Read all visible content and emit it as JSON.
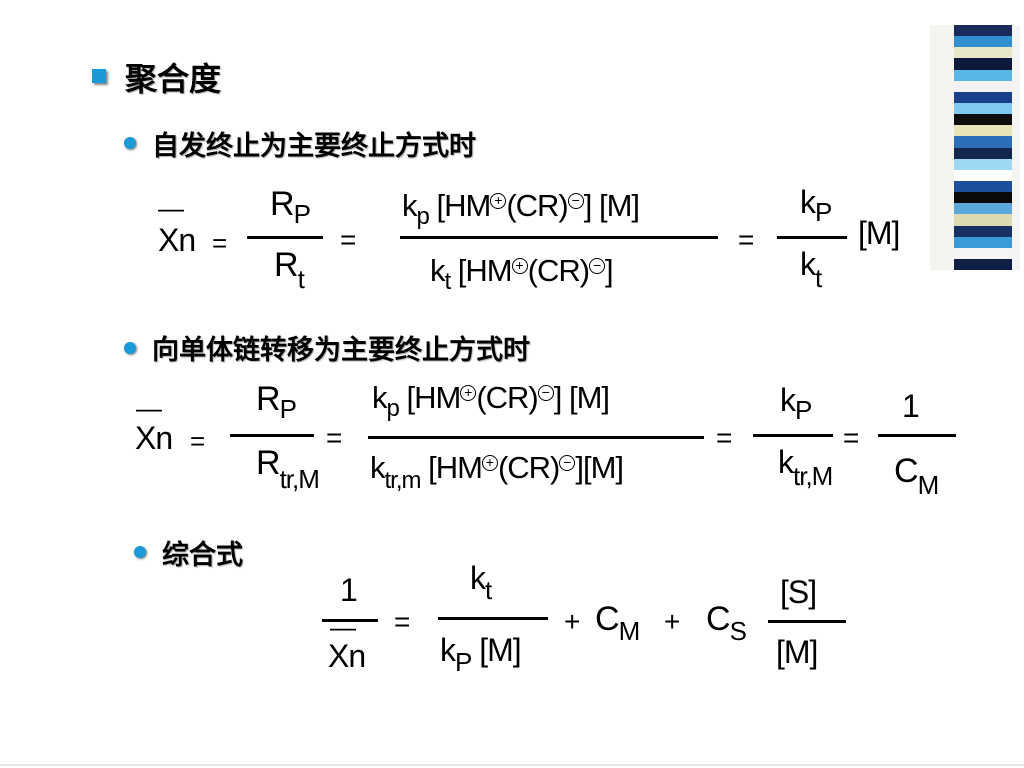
{
  "heading": {
    "title": "聚合度"
  },
  "sections": [
    {
      "label": "自发终止为主要终止方式时"
    },
    {
      "label": "向单体链转移为主要终止方式时"
    },
    {
      "label": "综合式"
    }
  ],
  "eq1": {
    "xbar": "—",
    "xn": "Xn",
    "eq": "=",
    "f1_num_main": "R",
    "f1_num_sub": "P",
    "f1_den_main": "R",
    "f1_den_sub": "t",
    "eq2": "=",
    "f2_num_k": "k",
    "f2_num_ksub": "p",
    "f2_num_a": "[HM",
    "f2_num_plus": "+",
    "f2_num_b": "(CR)",
    "f2_num_minus": "−",
    "f2_num_c": "] [M]",
    "f2_den_k": "k",
    "f2_den_ksub": "t",
    "f2_den_a": "[HM",
    "f2_den_plus": "+",
    "f2_den_b": "(CR)",
    "f2_den_minus": "−",
    "f2_den_c": "]",
    "eq3": "=",
    "f3_num_k": "k",
    "f3_num_sub": "P",
    "f3_den_k": "k",
    "f3_den_sub": "t",
    "tail": "[M]"
  },
  "eq2": {
    "xbar": "—",
    "xn": "Xn",
    "eq": "=",
    "f1_num_main": "R",
    "f1_num_sub": "P",
    "f1_den_main": "R",
    "f1_den_sub": "tr,M",
    "eq2": "=",
    "f2_num_k": "k",
    "f2_num_ksub": "p",
    "f2_num_a": "[HM",
    "f2_num_plus": "+",
    "f2_num_b": "(CR)",
    "f2_num_minus": "−",
    "f2_num_c": "] [M]",
    "f2_den_k": "k",
    "f2_den_ksub": "tr,m",
    "f2_den_a": "[HM",
    "f2_den_plus": "+",
    "f2_den_b": "(CR)",
    "f2_den_minus": "−",
    "f2_den_c": "][M]",
    "eq3": "=",
    "f3_num_k": "k",
    "f3_num_sub": "P",
    "f3_den_k": "k",
    "f3_den_sub": "tr,M",
    "eq4": "=",
    "f4_num": "1",
    "f4_den_main": "C",
    "f4_den_sub": "M"
  },
  "eq3": {
    "f0_num": "1",
    "f0_den_bar": "—",
    "f0_den": "Xn",
    "eq": "=",
    "f1_num_k": "k",
    "f1_num_sub": "t",
    "f1_den_k": "k",
    "f1_den_sub": "P",
    "f1_den_tail": "[M]",
    "plus1": "+",
    "c_m": "C",
    "c_m_sub": "M",
    "plus2": "+",
    "c_s": "C",
    "c_s_sub": "S",
    "f2_num": "[S]",
    "f2_den": "[M]"
  },
  "decoration": {
    "stripe_colors": [
      "#1a2a5a",
      "#2f8fd0",
      "#e8e6c8",
      "#0b1a3a",
      "#59b6e6",
      "#f2f2f2",
      "#1a3f8a",
      "#7fc8ef",
      "#0d0d0d",
      "#e9e4b8",
      "#2b6fb8",
      "#13264f",
      "#9fd8f4",
      "#ffffff",
      "#1c4f9c",
      "#0a0a0a",
      "#5aa7dc",
      "#ddd9b0",
      "#163064",
      "#3b9ad8",
      "#f5f5f5",
      "#0f1f46"
    ]
  }
}
